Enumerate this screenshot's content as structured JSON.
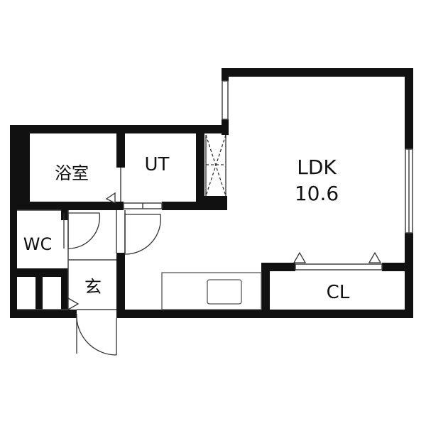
{
  "rooms": {
    "bath": "浴室",
    "utility": "UT",
    "ldk": "LDK",
    "ldk_size": "10.6",
    "toilet": "WC",
    "entrance": "玄",
    "closet": "CL"
  },
  "colors": {
    "wall": "#111111",
    "thin_line": "#444444",
    "background": "#ffffff"
  }
}
